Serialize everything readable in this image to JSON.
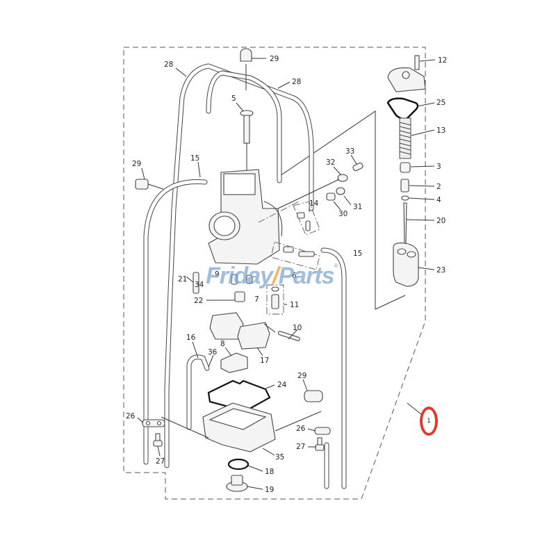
{
  "diagram": {
    "title": "Carburetor exploded parts diagram",
    "assembly_part_number": "1",
    "highlight_color": "#e03a2a",
    "watermark": {
      "prefix": "Friday",
      "slash": "/",
      "suffix": "Parts",
      "registered": "®",
      "text_color": "#78a0d2",
      "accent_color": "#f5aa46"
    },
    "labels": {
      "l28a": "28",
      "l28b": "28",
      "l29a": "29",
      "l29b": "29",
      "l29c": "29",
      "l5": "5",
      "l15a": "15",
      "l15b": "15",
      "l12": "12",
      "l25": "25",
      "l13": "13",
      "l3": "3",
      "l2": "2",
      "l4": "4",
      "l20": "20",
      "l23": "23",
      "l33": "33",
      "l32": "32",
      "l31": "31",
      "l30": "30",
      "l14": "14",
      "l21": "21",
      "l9": "9",
      "l34": "34",
      "l6": "6",
      "l7": "7",
      "l11": "11",
      "l22": "22",
      "l10": "10",
      "l16": "16",
      "l36": "36",
      "l8": "8",
      "l17": "17",
      "l24": "24",
      "l26a": "26",
      "l26b": "26",
      "l27a": "27",
      "l27b": "27",
      "l35": "35",
      "l18": "18",
      "l19": "19"
    }
  }
}
